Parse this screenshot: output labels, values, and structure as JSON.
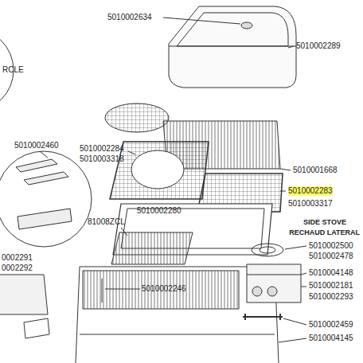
{
  "diagram": {
    "labels": [
      "RCLE",
      "5010002634",
      "5010002289",
      "5010002460",
      "5010002284",
      "5010003318",
      "5010001668",
      "5010002283",
      "5010003317",
      "SIDE STOVE",
      "RECHAUD LATERAL",
      "5010002280",
      "81008ZCL",
      "5010002500",
      "5010002478",
      "0002291",
      "0002292",
      "5010004148",
      "5010002246",
      "5010002181",
      "5010002293",
      "5010002459",
      "5010004145"
    ]
  }
}
